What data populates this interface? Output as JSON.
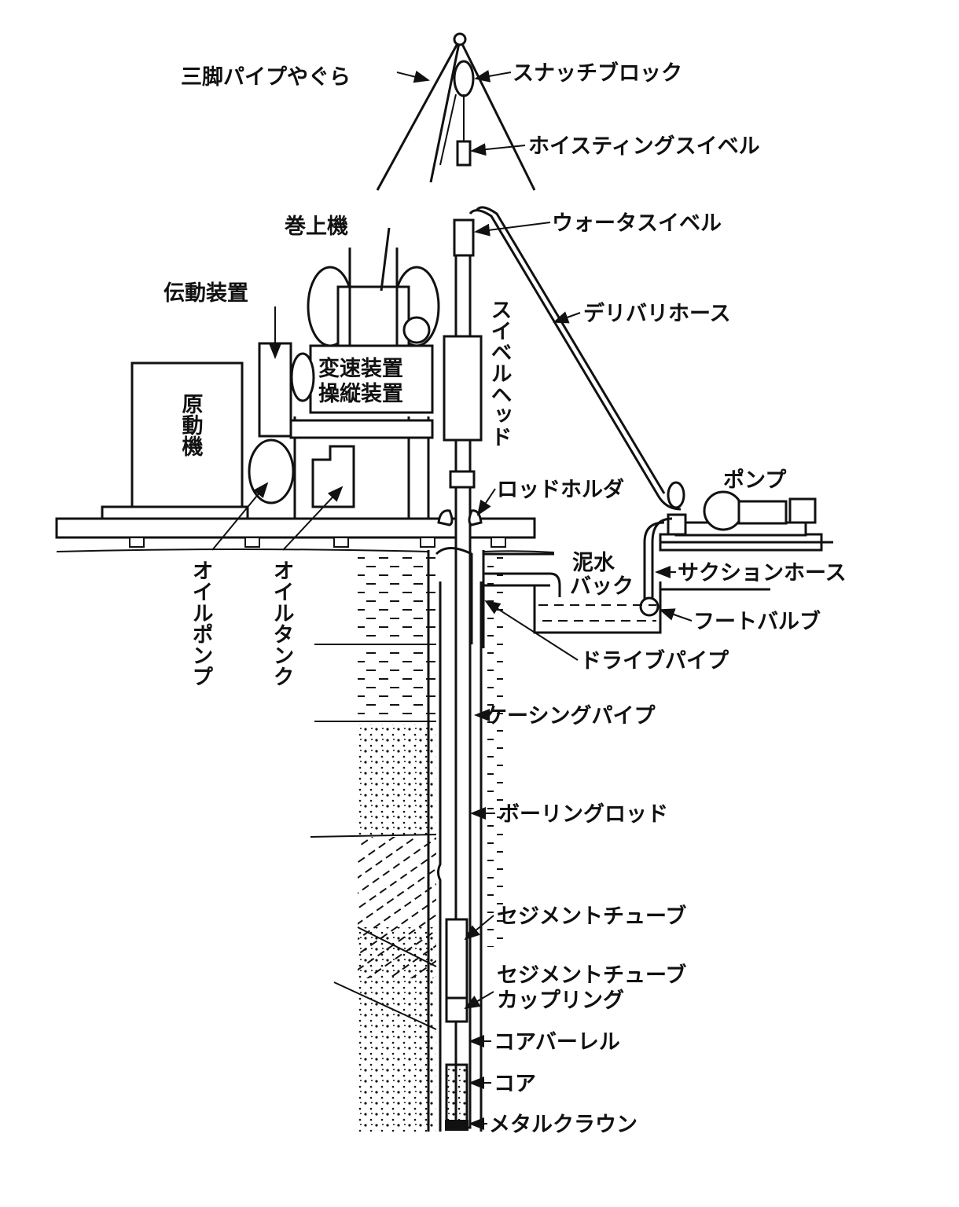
{
  "labels": {
    "tripod": "三脚パイプやぐら",
    "snatch_block": "スナッチブロック",
    "hoisting_swivel": "ホイスティングスイベル",
    "winch": "巻上機",
    "water_swivel": "ウォータスイベル",
    "transmission": "伝動装置",
    "delivery_hose": "デリバリホース",
    "swivel_head": "スイベルヘッド",
    "gearbox_line1": "変速装置",
    "gearbox_line2": "操縦装置",
    "prime_mover": "原動機",
    "pump": "ポンプ",
    "rod_holder": "ロッドホルダ",
    "mud_line1": "泥水",
    "mud_line2": "バック",
    "suction_hose": "サクションホース",
    "foot_valve": "フートバルブ",
    "drive_pipe": "ドライブパイプ",
    "oil_pump": "オイルポンプ",
    "oil_tank": "オイルタンク",
    "casing_pipe": "ケーシングパイプ",
    "boring_rod": "ボーリングロッド",
    "sediment_tube": "セジメントチューブ",
    "coupling_line1": "セジメントチューブ",
    "coupling_line2": "カップリング",
    "core_barrel": "コアバーレル",
    "core": "コア",
    "metal_crown": "メタルクラウン"
  }
}
